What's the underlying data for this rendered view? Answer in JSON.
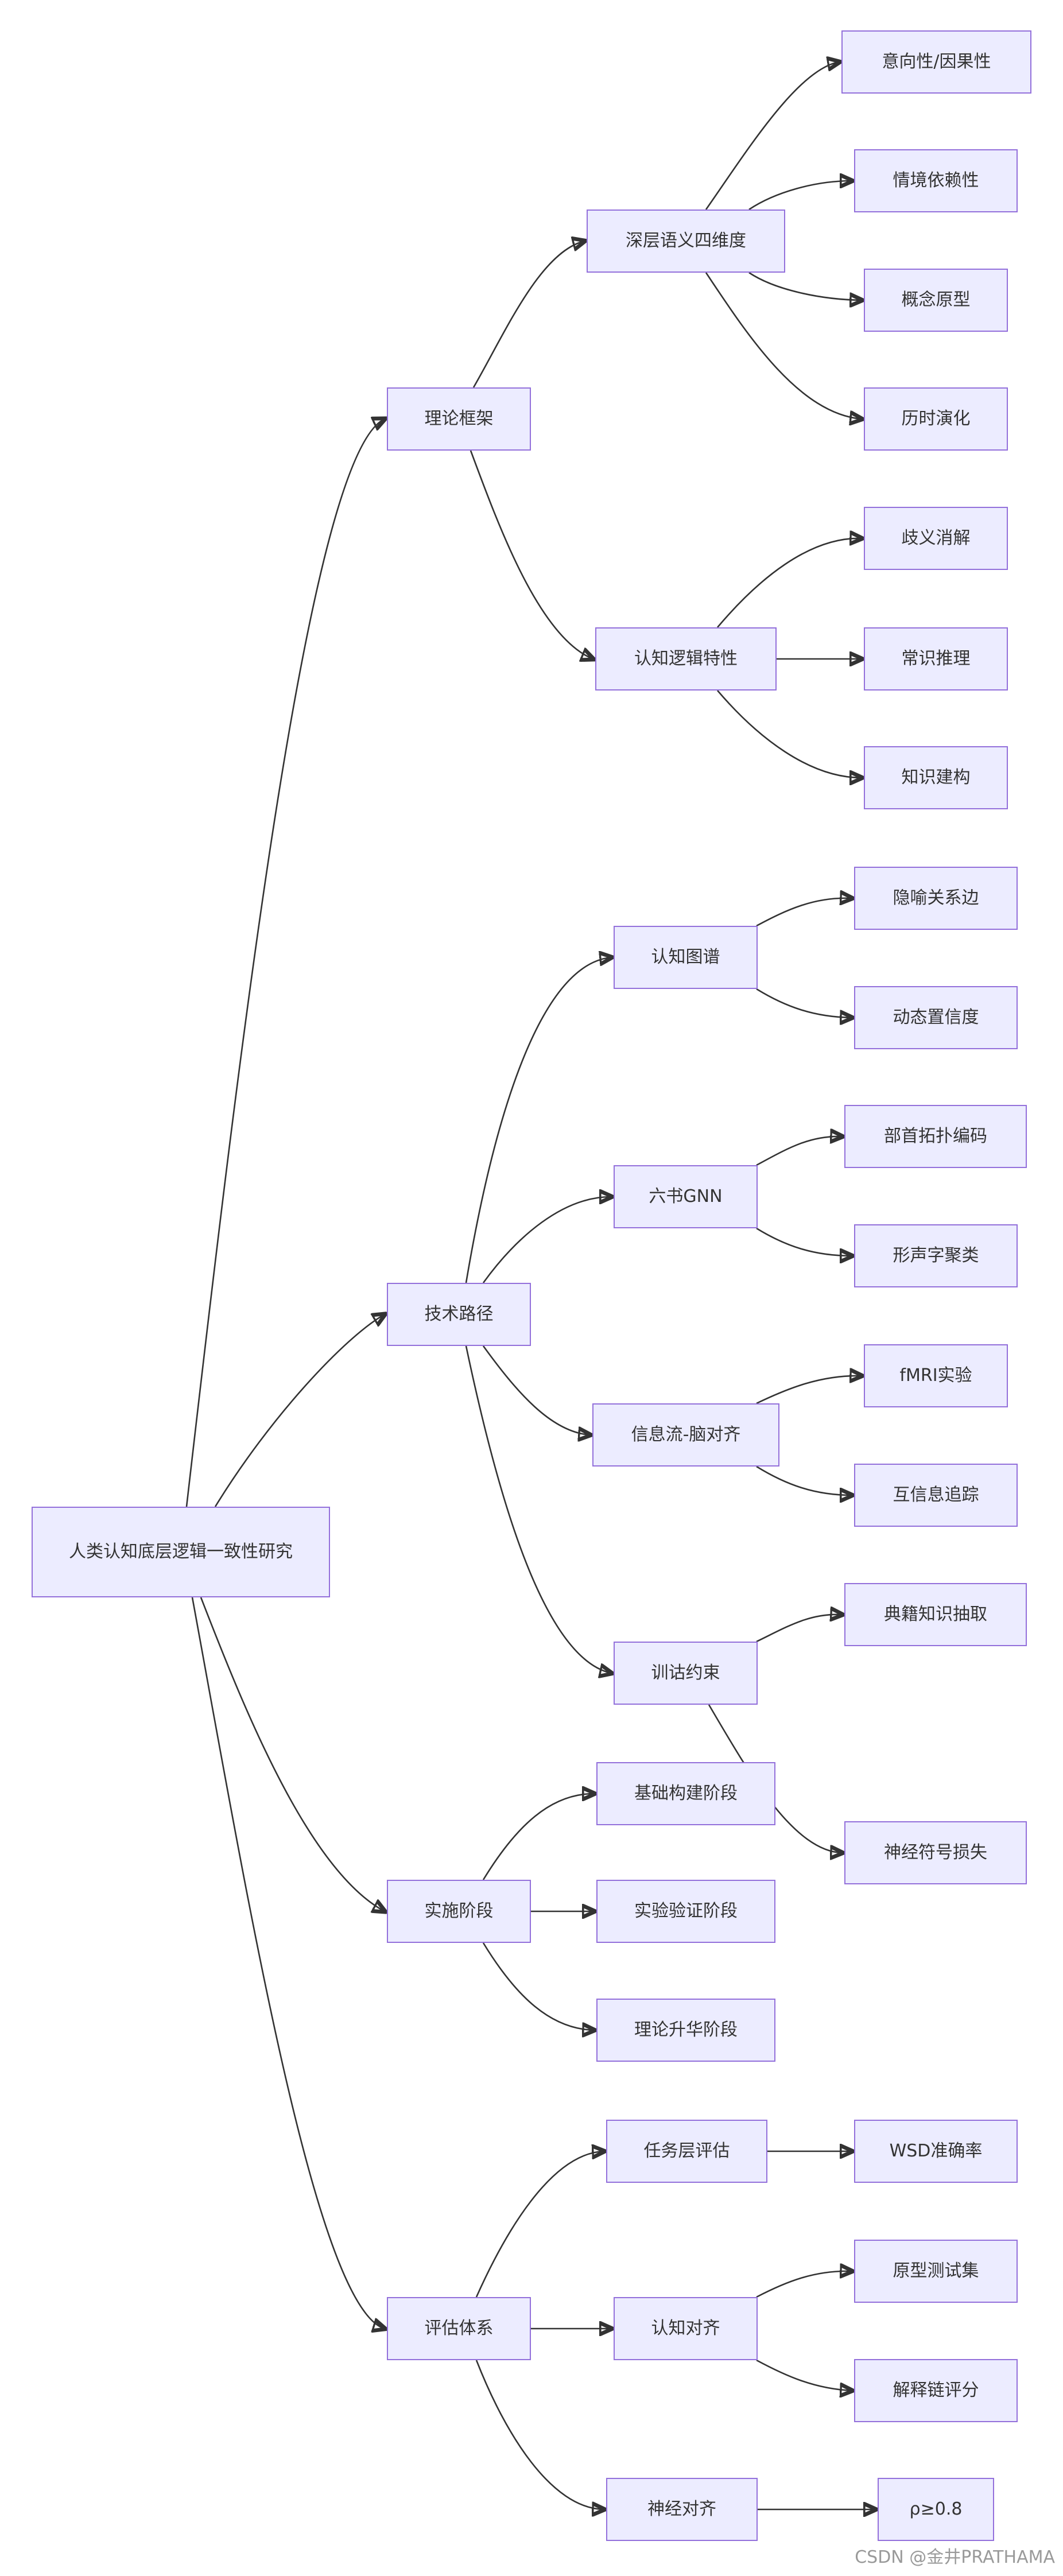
{
  "diagram": {
    "root": "人类认知底层逻辑一致性研究",
    "branches": {
      "theory": {
        "label": "理论框架",
        "semantic_dims": {
          "label": "深层语义四维度",
          "items": [
            "意向性/因果性",
            "情境依赖性",
            "概念原型",
            "历时演化"
          ]
        },
        "cognitive_logic": {
          "label": "认知逻辑特性",
          "items": [
            "歧义消解",
            "常识推理",
            "知识建构"
          ]
        }
      },
      "tech": {
        "label": "技术路径",
        "graph": {
          "label": "认知图谱",
          "items": [
            "隐喻关系边",
            "动态置信度"
          ]
        },
        "gnn": {
          "label": "六书GNN",
          "items": [
            "部首拓扑编码",
            "形声字聚类"
          ]
        },
        "brain": {
          "label": "信息流-脑对齐",
          "items": [
            "fMRI实验",
            "互信息追踪"
          ]
        },
        "training": {
          "label": "训诂约束",
          "items": [
            "典籍知识抽取",
            "神经符号损失"
          ]
        }
      },
      "phases": {
        "label": "实施阶段",
        "items": [
          "基础构建阶段",
          "实验验证阶段",
          "理论升华阶段"
        ]
      },
      "eval": {
        "label": "评估体系",
        "task": {
          "label": "任务层评估",
          "items": [
            "WSD准确率"
          ]
        },
        "cognitive": {
          "label": "认知对齐",
          "items": [
            "原型测试集",
            "解释链评分"
          ]
        },
        "neural": {
          "label": "神经对齐",
          "items": [
            "ρ≥0.8"
          ]
        }
      }
    }
  },
  "watermark": "CSDN @金井PRATHAMA",
  "colors": {
    "node_fill": "#ececff",
    "node_border": "#9370db",
    "edge": "#333333",
    "text": "#333333"
  }
}
